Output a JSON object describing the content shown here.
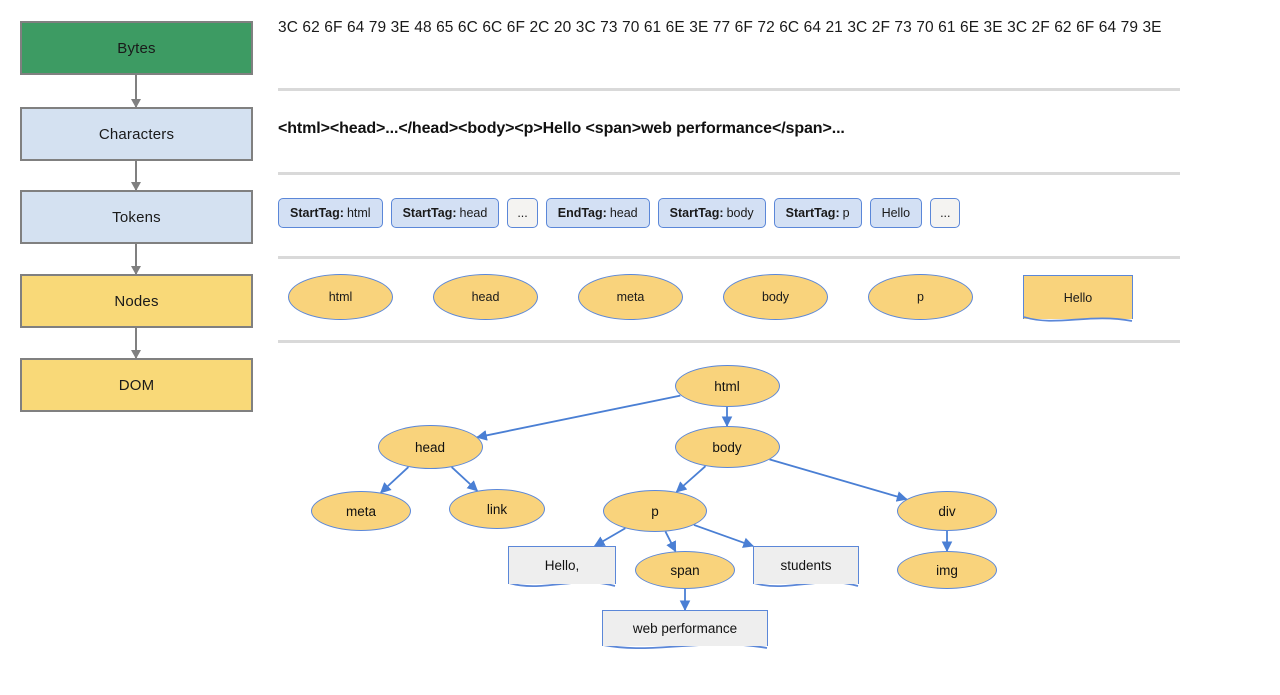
{
  "stages": [
    {
      "label": "Bytes",
      "color": "#3d9b63"
    },
    {
      "label": "Characters",
      "color": "#d4e1f1"
    },
    {
      "label": "Tokens",
      "color": "#d4e1f1"
    },
    {
      "label": "Nodes",
      "color": "#f9d978"
    },
    {
      "label": "DOM",
      "color": "#f9d978"
    }
  ],
  "bytes_row": {
    "text": "3C 62 6F 64 79 3E 48 65 6C 6C 6F 2C 20 3C 73 70 61 6E 3E 77 6F 72 6C 64 21 3C 2F 73 70 61 6E 3E 3C 2F 62 6F 64 79 3E"
  },
  "characters_row": {
    "text": "<html><head>...</head><body><p>Hello <span>web performance</span>..."
  },
  "tokens_row": {
    "tokens": [
      {
        "kind": "StartTag:",
        "name": "html",
        "plain": false
      },
      {
        "kind": "StartTag:",
        "name": "head",
        "plain": false
      },
      {
        "kind": "",
        "name": "...",
        "plain": true
      },
      {
        "kind": "EndTag:",
        "name": "head",
        "plain": false
      },
      {
        "kind": "StartTag:",
        "name": "body",
        "plain": false
      },
      {
        "kind": "StartTag:",
        "name": "p",
        "plain": false
      },
      {
        "kind": "",
        "name": "Hello",
        "plain": false
      },
      {
        "kind": "",
        "name": "...",
        "plain": true
      }
    ]
  },
  "nodes_row": {
    "nodes": [
      {
        "label": "html",
        "shape": "ellipse"
      },
      {
        "label": "head",
        "shape": "ellipse"
      },
      {
        "label": "meta",
        "shape": "ellipse"
      },
      {
        "label": "body",
        "shape": "ellipse"
      },
      {
        "label": "p",
        "shape": "ellipse"
      },
      {
        "label": "Hello",
        "shape": "document"
      }
    ]
  },
  "dom_tree": {
    "nodes": [
      {
        "id": "html",
        "label": "html",
        "type": "element"
      },
      {
        "id": "head",
        "label": "head",
        "type": "element"
      },
      {
        "id": "body",
        "label": "body",
        "type": "element"
      },
      {
        "id": "meta",
        "label": "meta",
        "type": "element"
      },
      {
        "id": "link",
        "label": "link",
        "type": "element"
      },
      {
        "id": "p",
        "label": "p",
        "type": "element"
      },
      {
        "id": "div",
        "label": "div",
        "type": "element"
      },
      {
        "id": "hello",
        "label": "Hello,",
        "type": "text"
      },
      {
        "id": "span",
        "label": "span",
        "type": "element"
      },
      {
        "id": "stud",
        "label": "students",
        "type": "text"
      },
      {
        "id": "img",
        "label": "img",
        "type": "element"
      },
      {
        "id": "webp",
        "label": "web performance",
        "type": "text"
      }
    ],
    "edges": [
      [
        "html",
        "head"
      ],
      [
        "html",
        "body"
      ],
      [
        "head",
        "meta"
      ],
      [
        "head",
        "link"
      ],
      [
        "body",
        "p"
      ],
      [
        "body",
        "div"
      ],
      [
        "p",
        "hello"
      ],
      [
        "p",
        "span"
      ],
      [
        "p",
        "stud"
      ],
      [
        "div",
        "img"
      ],
      [
        "span",
        "webp"
      ]
    ]
  },
  "colors": {
    "element_fill": "#f9d37c",
    "text_fill": "#eeeeee",
    "node_border": "#5b87d8",
    "stage_border": "#808080",
    "bytes_green": "#3d9b63",
    "light_blue": "#d4e1f1",
    "amber": "#f9d978",
    "rule": "#d9d9d9"
  }
}
